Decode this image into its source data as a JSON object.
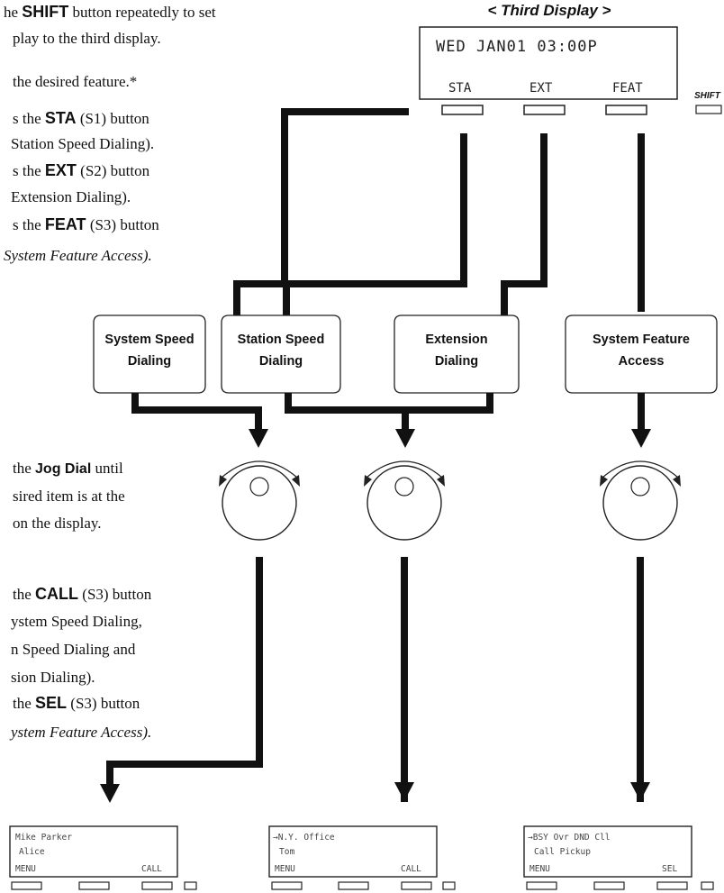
{
  "instructions": {
    "shift": {
      "pre": "he ",
      "key": "SHIFT",
      "post": " button repeatedly to set"
    },
    "shift_line2": "play to the third display.",
    "select": "the desired feature.*",
    "sta": {
      "pre": "s the ",
      "key": "STA",
      "post": " (S1) button"
    },
    "sta_paren": "Station Speed Dialing).",
    "ext": {
      "pre": "s the ",
      "key": "EXT",
      "post": " (S2) button"
    },
    "ext_paren": "Extension Dialing).",
    "feat": {
      "pre": "s the ",
      "key": "FEAT",
      "post": " (S3) button"
    },
    "feat_paren": "System Feature Access).",
    "jog": {
      "pre": "the ",
      "key": "Jog Dial",
      "post": " until"
    },
    "jog_line2": "sired item is at the",
    "jog_line3": "on the display.",
    "call": {
      "pre": "the ",
      "key": "CALL",
      "post": " (S3) button"
    },
    "call_line2": "ystem Speed Dialing,",
    "call_line3": "n Speed Dialing and",
    "call_line4": "sion Dialing).",
    "sel": {
      "pre": "the ",
      "key": "SEL",
      "post": " (S3) button"
    },
    "sel_line2": "ystem Feature Access)."
  },
  "third_display": {
    "title": "< Third Display >",
    "line1": "WED JAN01 03:00P",
    "soft_keys": [
      "STA",
      "EXT",
      "FEAT"
    ],
    "shift_label": "SHIFT"
  },
  "feature_boxes": [
    {
      "line1": "System Speed",
      "line2": "Dialing"
    },
    {
      "line1": "Station Speed",
      "line2": "Dialing"
    },
    {
      "line1": "Extension",
      "line2": "Dialing"
    },
    {
      "line1": "System Feature",
      "line2": "Access"
    }
  ],
  "bottom_displays": [
    {
      "line1": "Mike Parker",
      "line2": "Alice",
      "left_key": "MENU",
      "right_key": "CALL"
    },
    {
      "line1": "→N.Y. Office",
      "line2": "Tom",
      "left_key": "MENU",
      "right_key": "CALL"
    },
    {
      "line1": "→BSY Ovr DND Cll",
      "line2": "Call Pickup",
      "left_key": "MENU",
      "right_key": "SEL"
    }
  ],
  "colors": {
    "line": "#111111",
    "lcd_border": "#222222",
    "lcd_text": "#444444"
  }
}
